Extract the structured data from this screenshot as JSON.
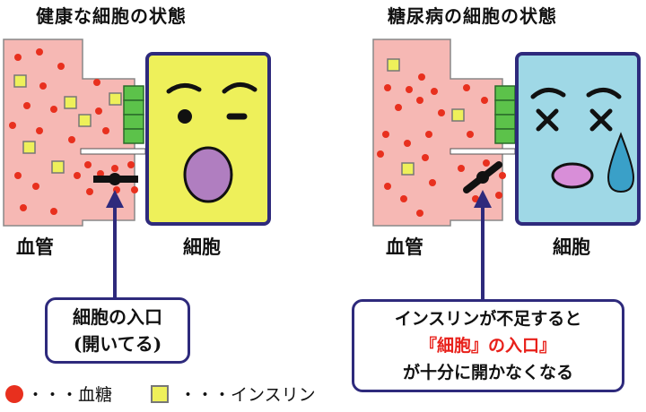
{
  "left_panel": {
    "title": "健康な細胞の状態",
    "vessel_label": "血管",
    "cell_label": "細胞",
    "callout": [
      "細胞の入口",
      "(開いてる)"
    ]
  },
  "right_panel": {
    "title": "糖尿病の細胞の状態",
    "vessel_label": "血管",
    "cell_label": "細胞",
    "callout": {
      "line1": "インスリンが不足すると",
      "line2": "『細胞』の入口』",
      "line3": "が十分に開かなくなる"
    }
  },
  "legend": {
    "blood_sugar": "・・・血糖",
    "insulin": "・・・インスリン"
  },
  "colors": {
    "vessel": "#f6b8b4",
    "blood_sugar_dot": "#e8301e",
    "insulin": "#eef05a",
    "healthy_cell": "#eef05a",
    "diabetic_cell": "#9fd8e6",
    "receptor": "#5cc24a",
    "outline": "#2e2a7c",
    "highlight_text": "#e8201a"
  }
}
